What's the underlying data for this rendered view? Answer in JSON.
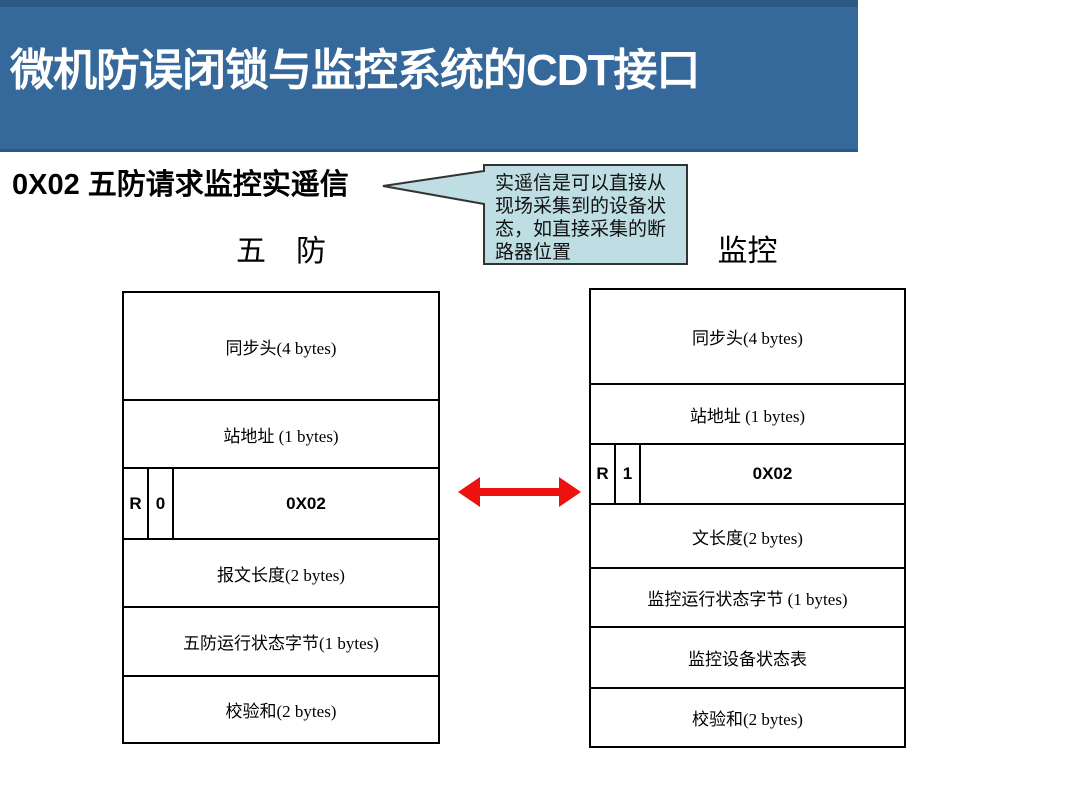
{
  "header": {
    "title": "微机防误闭锁与监控系统的CDT接口"
  },
  "subtitle": "0X02 五防请求监控实遥信",
  "callout": {
    "full_text": "实遥信是可以直接从现场采集到的设备状态，如直接采集的断路器位置",
    "lines": [
      "实遥信是可以直接从",
      "现场采集到的设备状",
      "态，如直接采集的断",
      "路器位置"
    ]
  },
  "five_prevention": {
    "label": "五　防",
    "rows": [
      {
        "label": "同步头(4 bytes)"
      },
      {
        "label": "站地址 (1 bytes)"
      },
      {
        "cells": [
          "R",
          "0",
          "0X02"
        ]
      },
      {
        "label": "报文长度(2 bytes)"
      },
      {
        "label": "五防运行状态字节(1 bytes)"
      },
      {
        "label": "校验和(2 bytes)"
      }
    ]
  },
  "monitoring": {
    "label": "监控",
    "rows": [
      {
        "label": "同步头(4 bytes)"
      },
      {
        "label": "站地址 (1 bytes)"
      },
      {
        "cells": [
          "R",
          "1",
          "0X02"
        ]
      },
      {
        "label": "文长度(2 bytes)"
      },
      {
        "label": "监控运行状态字节 (1 bytes)"
      },
      {
        "label": "监控设备状态表"
      },
      {
        "label": "校验和(2 bytes)"
      }
    ]
  },
  "colors": {
    "header_blue": "#35689B",
    "header_edge": "#2B5A85",
    "callout_fill": "#BEDEE4",
    "callout_border": "#333333",
    "arrow_red": "#EE1111",
    "table_border": "#000000"
  }
}
